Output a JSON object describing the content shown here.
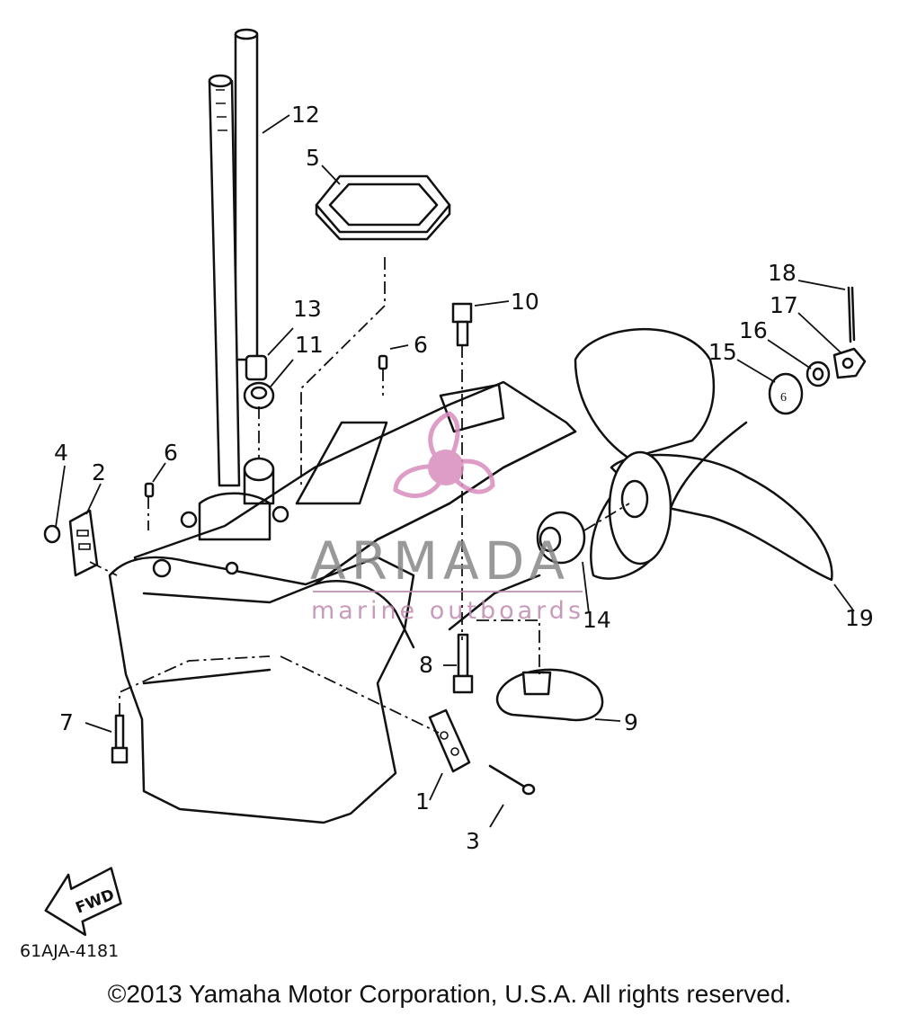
{
  "diagram": {
    "callouts": {
      "c1": "1",
      "c2": "2",
      "c3": "3",
      "c4": "4",
      "c5": "5",
      "c6a": "6",
      "c6b": "6",
      "c7": "7",
      "c8": "8",
      "c9": "9",
      "c10": "10",
      "c11": "11",
      "c12": "12",
      "c13": "13",
      "c14": "14",
      "c15": "15",
      "c16": "16",
      "c17": "17",
      "c18": "18",
      "c19": "19"
    },
    "fwd_label": "FWD",
    "diagram_code": "61AJA-4181"
  },
  "watermark": {
    "title": "ARMADA",
    "subtitle": "marine outboards",
    "colors": {
      "logo": "#d98cbd",
      "text": "#888888"
    }
  },
  "copyright": "©2013 Yamaha Motor Corporation, U.S.A. All rights reserved."
}
